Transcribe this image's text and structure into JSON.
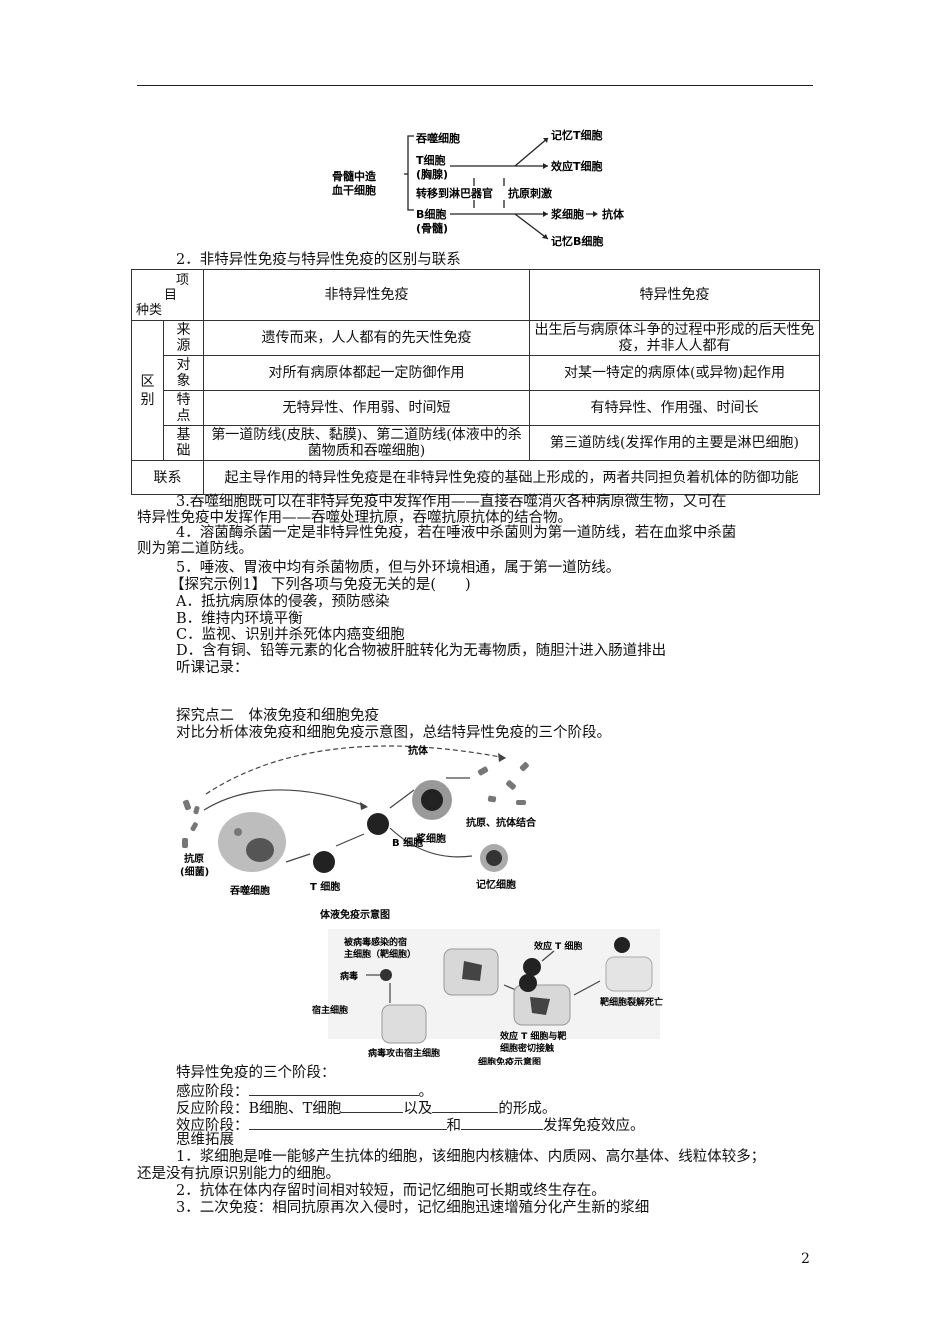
{
  "lineage": {
    "bone_marrow": [
      "骨髓中造",
      "血干细胞"
    ],
    "phagocyte": "吞噬细胞",
    "t_cell": "T细胞",
    "t_origin": "(胸腺)",
    "migrate": "转移到淋巴器官",
    "antigen_stim": "抗原刺激",
    "b_cell": "B细胞",
    "b_origin": "(骨髓)",
    "memory_t": "记忆T细胞",
    "effector_t": "效应T细胞",
    "plasma": "浆细胞",
    "antibody": "抗体",
    "memory_b": "记忆B细胞"
  },
  "section2_title": "2．非特异性免疫与特异性免疫的区别与联系",
  "table": {
    "corner": [
      "项",
      "目",
      "种类"
    ],
    "col1": "非特异性免疫",
    "col2": "特异性免疫",
    "diff": "区别",
    "rows": [
      {
        "label": "来源",
        "a": "遗传而来，人人都有的先天性免疫",
        "b": "出生后与病原体斗争的过程中形成的后天性免疫，并非人人都有"
      },
      {
        "label": "对象",
        "a": "对所有病原体都起一定防御作用",
        "b": "对某一特定的病原体(或异物)起作用"
      },
      {
        "label": "特点",
        "a": "无特异性、作用弱、时间短",
        "b": "有特异性、作用强、时间长"
      },
      {
        "label": "基础",
        "a": "第一道防线(皮肤、黏膜)、第二道防线(体液中的杀菌物质和吞噬细胞)",
        "b": "第三道防线(发挥作用的主要是淋巴细胞)"
      }
    ],
    "link_label": "联系",
    "link_text": "起主导作用的特异性免疫是在非特异性免疫的基础上形成的，两者共同担负着机体的防御功能"
  },
  "notes": {
    "n3a": "3.吞噬细胞既可以在非特异免疫中发挥作用——直接吞噬消灭各种病原微生物，又可在",
    "n3b": "特异性免疫中发挥作用——吞噬处理抗原，吞噬抗原抗体的结合物。",
    "n4a": "4．溶菌酶杀菌一定是非特异性免疫，若在唾液中杀菌则为第一道防线，若在血浆中杀菌",
    "n4b": "则为第二道防线。",
    "n5": "5．唾液、胃液中均有杀菌物质，但与外环境相通，属于第一道防线。"
  },
  "example": {
    "title": "【探究示例1】 下列各项与免疫无关的是(　　)",
    "a": "A．抵抗病原体的侵袭，预防感染",
    "b": "B．维持内环境平衡",
    "c": "C．监视、识别并杀死体内癌变细胞",
    "d": "D．含有铜、铅等元素的化合物被肝脏转化为无毒物质，随胆汁进入肠道排出",
    "record": "听课记录："
  },
  "point2": {
    "title": "探究点二　体液免疫和细胞免疫",
    "intro": "对比分析体液免疫和细胞免疫示意图，总结特异性免疫的三个阶段。"
  },
  "humoral": {
    "antibody": "抗体",
    "plasma": "浆细胞",
    "binding": "抗原、抗体结合",
    "antigen": [
      "抗原",
      "(细菌)"
    ],
    "b_cell": "B 细胞",
    "phagocyte": "吞噬细胞",
    "t_cell": "T 细胞",
    "memory": "记忆细胞",
    "caption": "体液免疫示意图"
  },
  "cellular": {
    "infected": [
      "被病毒感染的宿",
      "主细胞（靶细胞）"
    ],
    "virus": "病毒",
    "host": "宿主细胞",
    "attack": "病毒攻击宿主细胞",
    "effector": "效应 T 细胞",
    "contact": [
      "效应 T 细胞与靶",
      "细胞密切接触"
    ],
    "lysis": "靶细胞裂解死亡",
    "caption": "细胞免疫示意图"
  },
  "stages": {
    "title": "特异性免疫的三个阶段：",
    "s1a": "感应阶段：",
    "s1b": "。",
    "s2a": "反应阶段：B细胞、T细胞",
    "s2b": "以及",
    "s2c": "的形成。",
    "s3a": "效应阶段：",
    "s3b": "和",
    "s3c": "发挥免疫效应。"
  },
  "ext": {
    "title": "思维拓展",
    "e1a": "1．浆细胞是唯一能够产生抗体的细胞，该细胞内核糖体、内质网、高尔基体、线粒体较多；",
    "e1b": "还是没有抗原识别能力的细胞。",
    "e2": "2．抗体在体内存留时间相对较短，而记忆细胞可长期或终生存在。",
    "e3": "3．二次免疫：相同抗原再次入侵时，记忆细胞迅速增殖分化产生新的浆细"
  },
  "page_number": "2"
}
